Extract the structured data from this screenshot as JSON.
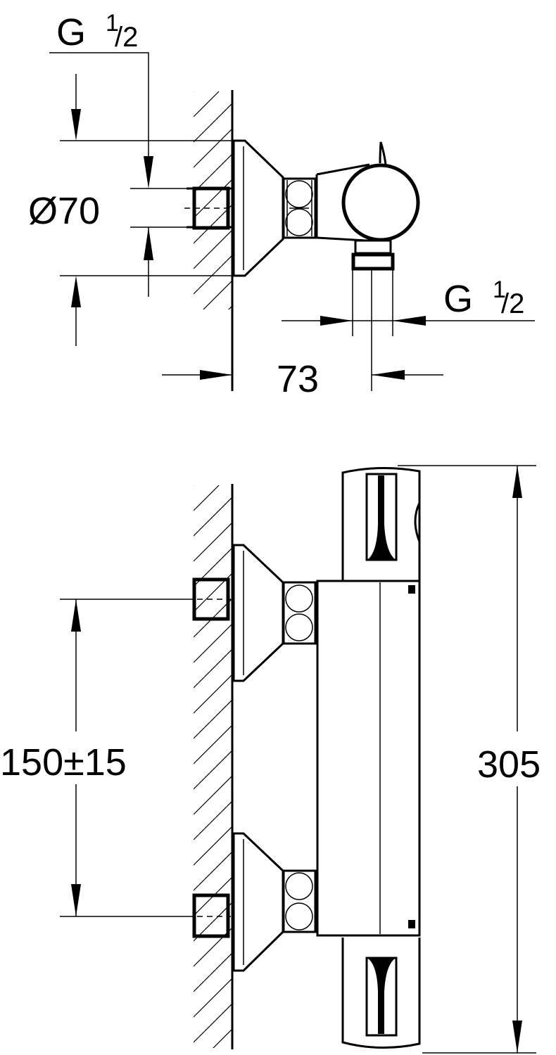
{
  "colors": {
    "line": "#000000",
    "background": "#ffffff"
  },
  "top_view": {
    "inlet_thread": {
      "letter": "G",
      "numerator": "1",
      "denominator": "/2"
    },
    "diameter_label": "Ø70",
    "outlet_thread": {
      "letter": "G",
      "numerator": "1",
      "denominator": "/2"
    },
    "projection_label": "73"
  },
  "front_view": {
    "center_distance_label": "150±15",
    "height_label": "305"
  }
}
